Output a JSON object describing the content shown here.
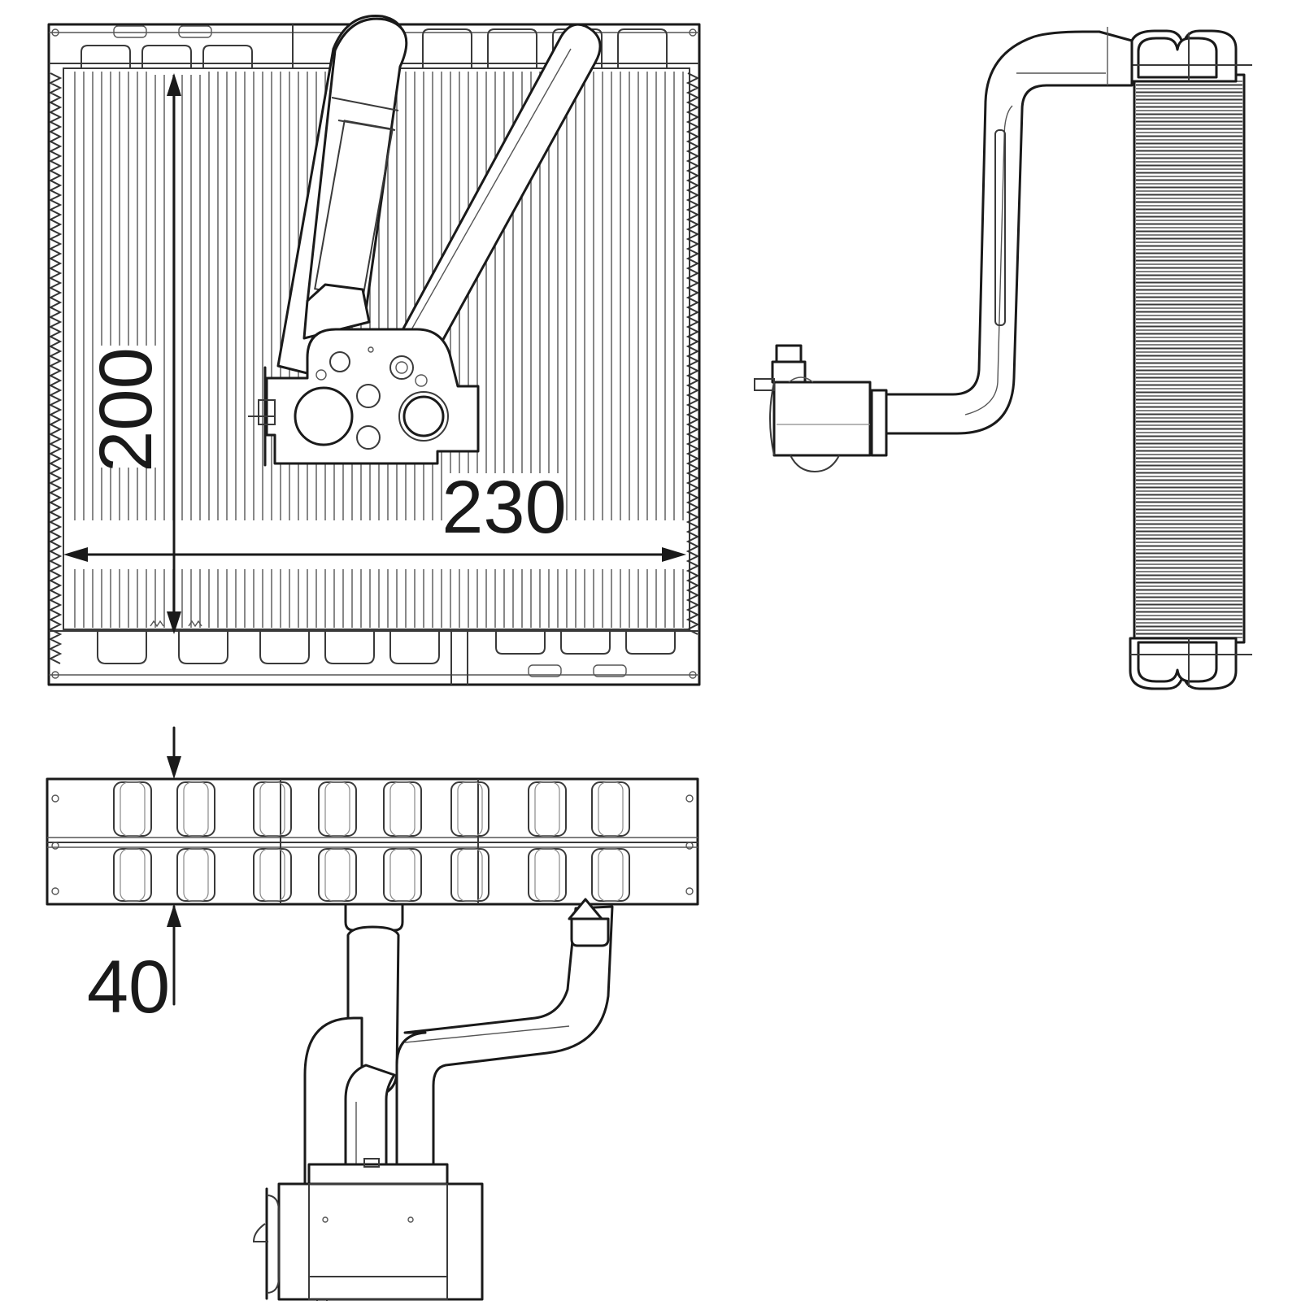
{
  "dimensions": {
    "height": "200",
    "width": "230",
    "depth": "40"
  }
}
